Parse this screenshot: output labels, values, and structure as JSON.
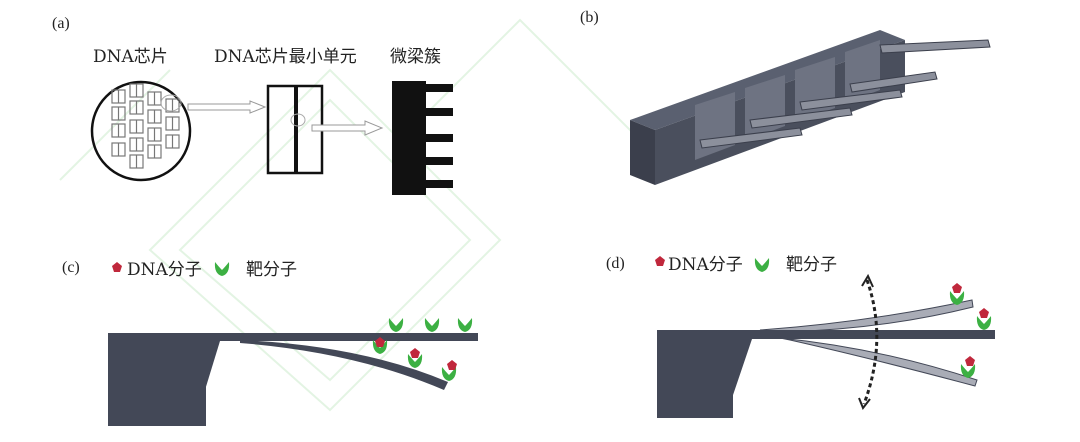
{
  "colors": {
    "dark_steel": "#434857",
    "light_beam": "#a9acb6",
    "dna_red": "#c0283c",
    "target_green": "#3cb043",
    "watermark": "#dff3df"
  },
  "panel_a": {
    "label": "(a)",
    "chip_title": "DNA芯片",
    "unit_title": "DNA芯片最小单元",
    "cluster_title": "微梁簇"
  },
  "panel_b": {
    "label": "(b)"
  },
  "panel_c": {
    "label": "(c)",
    "legend_dna": "DNA分子",
    "legend_target": "靶分子"
  },
  "panel_d": {
    "label": "(d)",
    "legend_dna": "DNA分子",
    "legend_target": "靶分子"
  }
}
